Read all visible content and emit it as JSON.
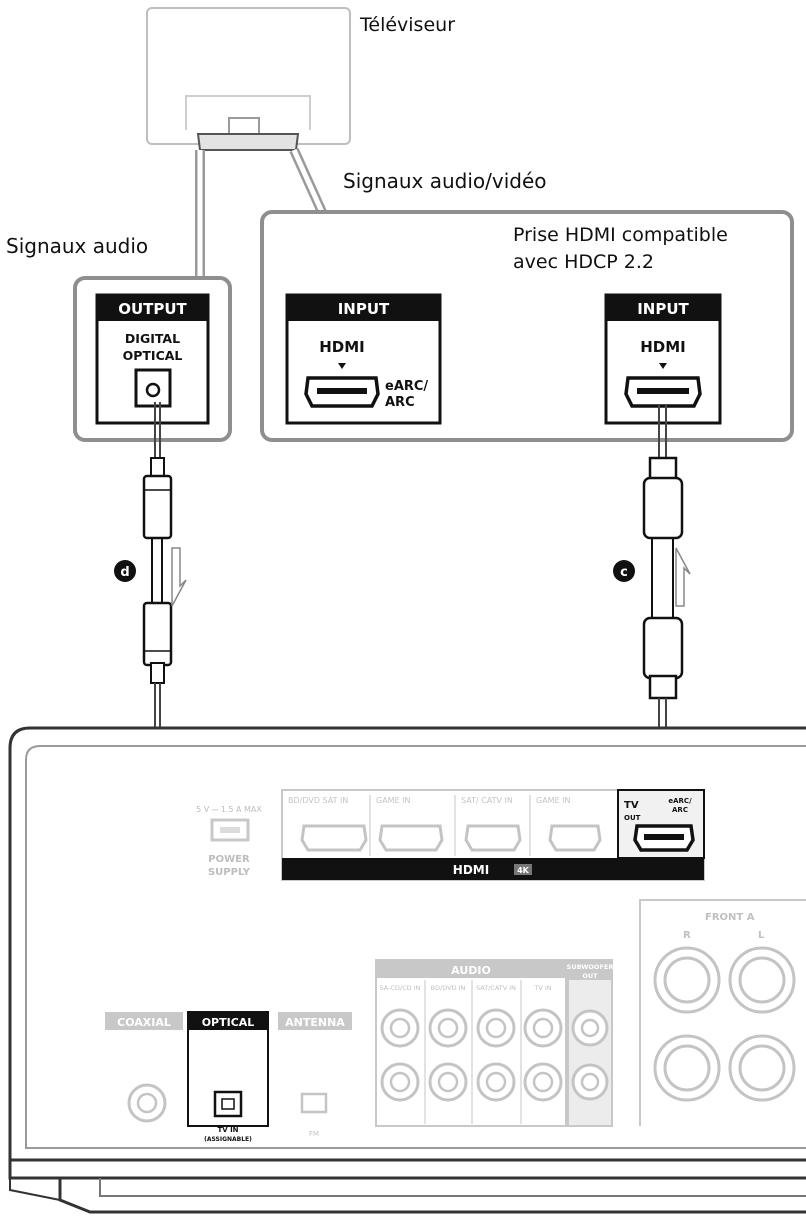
{
  "labels": {
    "tv": "Téléviseur",
    "audio_video_signals": "Signaux audio/vidéo",
    "audio_signals": "Signaux audio",
    "hdmi_note_line1": "Prise HDMI compatible",
    "hdmi_note_line2": "avec HDCP 2.2"
  },
  "tv_output_panel": {
    "header": "OUTPUT",
    "line1": "DIGITAL",
    "line2": "OPTICAL"
  },
  "tv_hdmi_earc_panel": {
    "header": "INPUT",
    "port_label": "HDMI",
    "arc_line1": "eARC/",
    "arc_line2": "ARC"
  },
  "tv_hdmi_panel": {
    "header": "INPUT",
    "port_label": "HDMI"
  },
  "cables": {
    "optical_marker": "d",
    "hdmi_marker": "c"
  },
  "receiver": {
    "usb_label": "5 V ⎓ 1.5 A MAX",
    "usb_sub1": "POWER",
    "usb_sub2": "SUPPLY",
    "hdmi_in_labels": [
      "BD/DVD SAT IN",
      "GAME IN",
      "SAT/ CATV IN",
      "GAME IN"
    ],
    "hdmi_bar_label": "HDMI",
    "hdmi_bar_badge": "4K",
    "tv_out_line1": "TV",
    "tv_out_line2": "OUT",
    "tv_out_arc_line1": "eARC/",
    "tv_out_arc_line2": "ARC",
    "coaxial_label": "COAXIAL",
    "optical_label": "OPTICAL",
    "optical_sub1": "TV IN",
    "optical_sub2": "(ASSIGNABLE)",
    "antenna_label": "ANTENNA",
    "antenna_sub": "FM",
    "audio_label": "AUDIO",
    "audio_inputs": [
      "SA-CD/CD IN",
      "BD/DVD IN",
      "SAT/CATV IN",
      "TV IN"
    ],
    "subwoofer_line1": "SUBWOOFER",
    "subwoofer_line2": "OUT",
    "front_label": "FRONT A",
    "front_r": "R",
    "front_l": "L"
  }
}
